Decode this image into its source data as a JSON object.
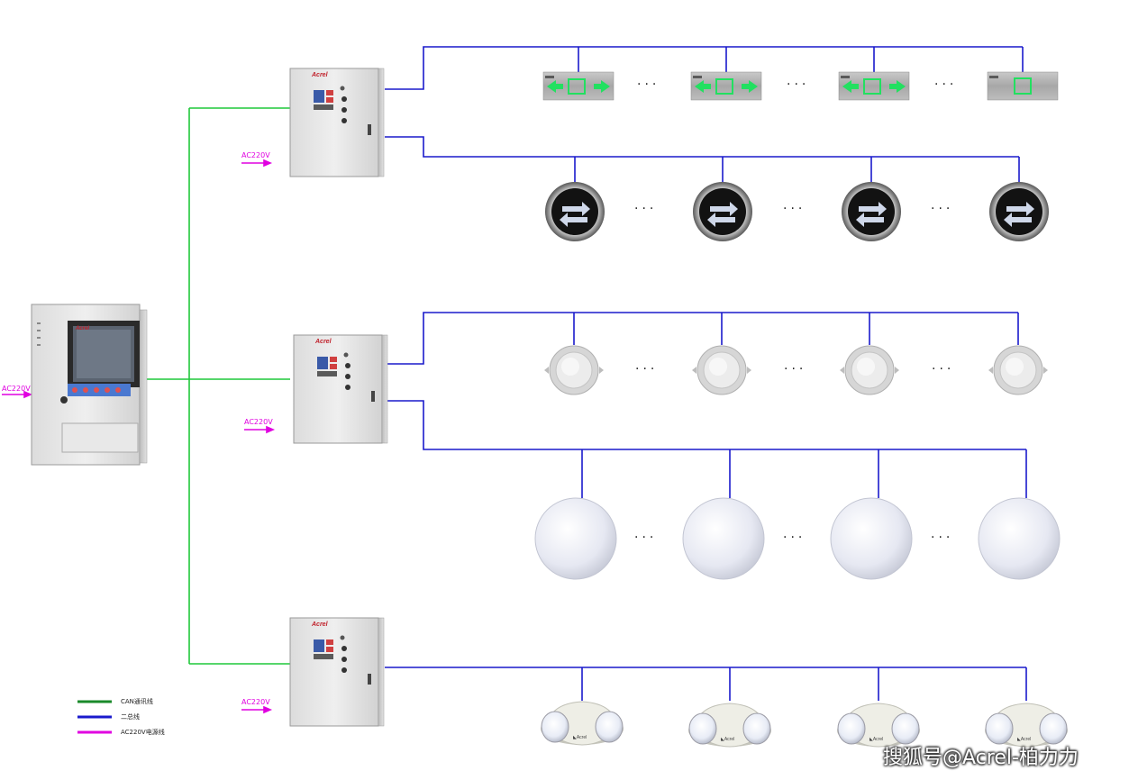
{
  "brand": "Acrel",
  "power_input_label": "AC220V",
  "ellipsis": "···",
  "legend": [
    {
      "label": "CAN通讯线",
      "color": "#1a8a2a"
    },
    {
      "label": "二总线",
      "color": "#1a1acc"
    },
    {
      "label": "AC220V电源线",
      "color": "#e000e0"
    }
  ],
  "watermark": "搜狐号@Acrel-柏力力",
  "colors": {
    "can_bus": "#1fc83a",
    "two_bus": "#1a1acc",
    "power": "#e000e0"
  },
  "devices": {
    "host": "centralized-controller",
    "distributors": [
      "distribution-box",
      "distribution-box",
      "distribution-box"
    ],
    "loops": [
      {
        "fixture": "exit-sign-icon",
        "count_shown": 4
      },
      {
        "fixture": "floor-indicator-icon",
        "count_shown": 4
      },
      {
        "fixture": "downlight-icon",
        "count_shown": 4
      },
      {
        "fixture": "ball-lamp-icon",
        "count_shown": 4
      },
      {
        "fixture": "twin-head-lamp-icon",
        "count_shown": 4
      }
    ]
  }
}
